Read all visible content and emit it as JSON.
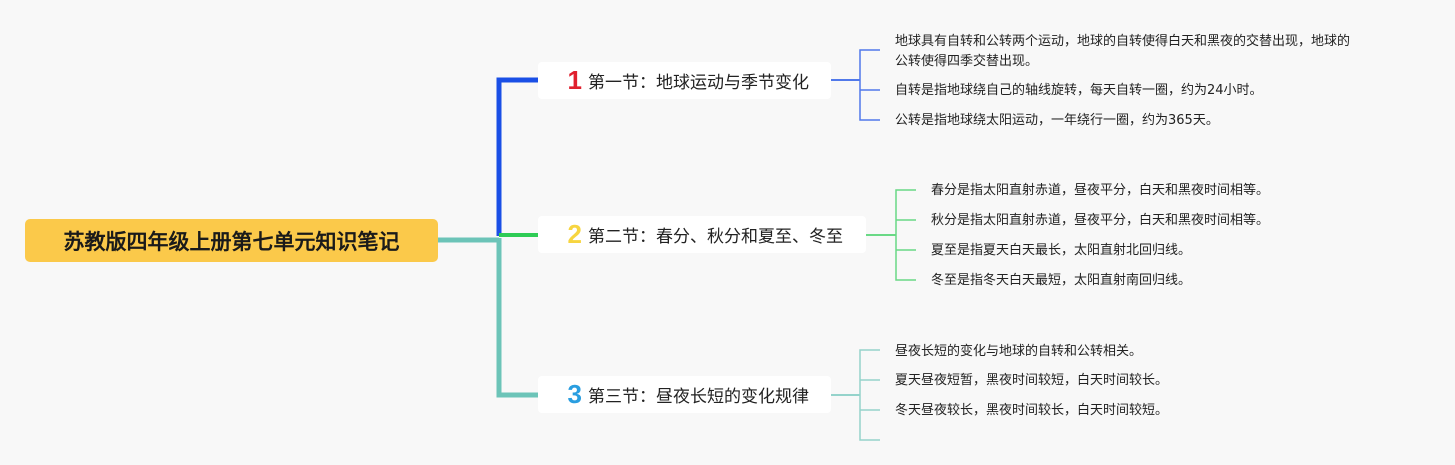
{
  "root": {
    "title": "苏教版四年级上册第七单元知识笔记"
  },
  "colors": {
    "root": "#fbc94a",
    "branch1": "#1a4fe6",
    "branch2": "#2ecc55",
    "branch3": "#6cc4b8",
    "num1": "#e0202e",
    "num2": "#f7d540",
    "num3": "#2a9ee0"
  },
  "branches": [
    {
      "number": "1",
      "label": "第一节：地球运动与季节变化",
      "leaves": [
        "地球具有自转和公转两个运动，地球的自转使得白天和黑夜的交替出现，地球的",
        "公转使得四季交替出现。",
        "自转是指地球绕自己的轴线旋转，每天自转一圈，约为24小时。",
        "公转是指地球绕太阳运动，一年绕行一圈，约为365天。"
      ]
    },
    {
      "number": "2",
      "label": "第二节：春分、秋分和夏至、冬至",
      "leaves": [
        "春分是指太阳直射赤道，昼夜平分，白天和黑夜时间相等。",
        "秋分是指太阳直射赤道，昼夜平分，白天和黑夜时间相等。",
        "夏至是指夏天白天最长，太阳直射北回归线。",
        "冬至是指冬天白天最短，太阳直射南回归线。"
      ]
    },
    {
      "number": "3",
      "label": "第三节：昼夜长短的变化规律",
      "leaves": [
        "昼夜长短的变化与地球的自转和公转相关。",
        "夏天昼夜短暂，黑夜时间较短，白天时间较长。",
        "冬天昼夜较长，黑夜时间较长，白天时间较短。"
      ]
    }
  ]
}
